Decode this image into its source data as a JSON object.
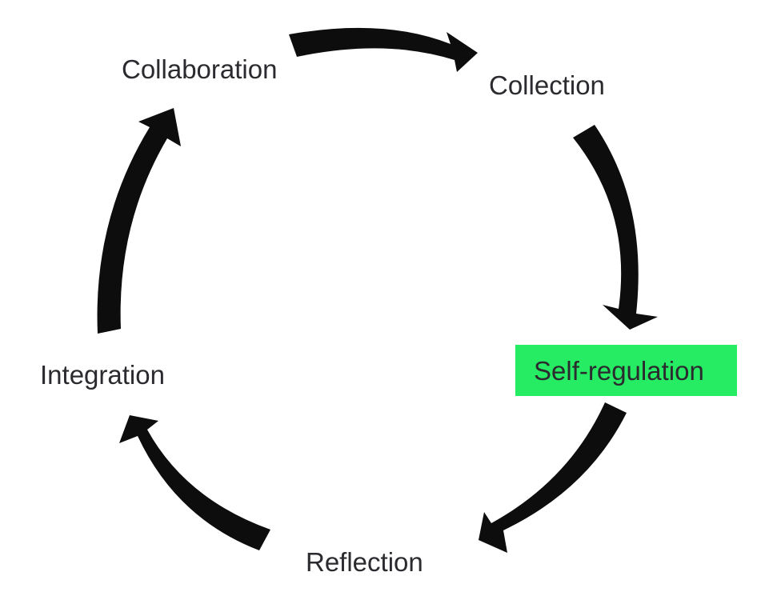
{
  "diagram": {
    "nodes": [
      {
        "id": "collaboration",
        "label": "Collaboration"
      },
      {
        "id": "collection",
        "label": "Collection"
      },
      {
        "id": "self-regulation",
        "label": "Self-regulation",
        "highlight_color": "#25ec62"
      },
      {
        "id": "reflection",
        "label": "Reflection"
      },
      {
        "id": "integration",
        "label": "Integration"
      }
    ],
    "arrow_color": "#0d0d0d",
    "text_color": "#2b2b2f",
    "direction": "clockwise"
  }
}
